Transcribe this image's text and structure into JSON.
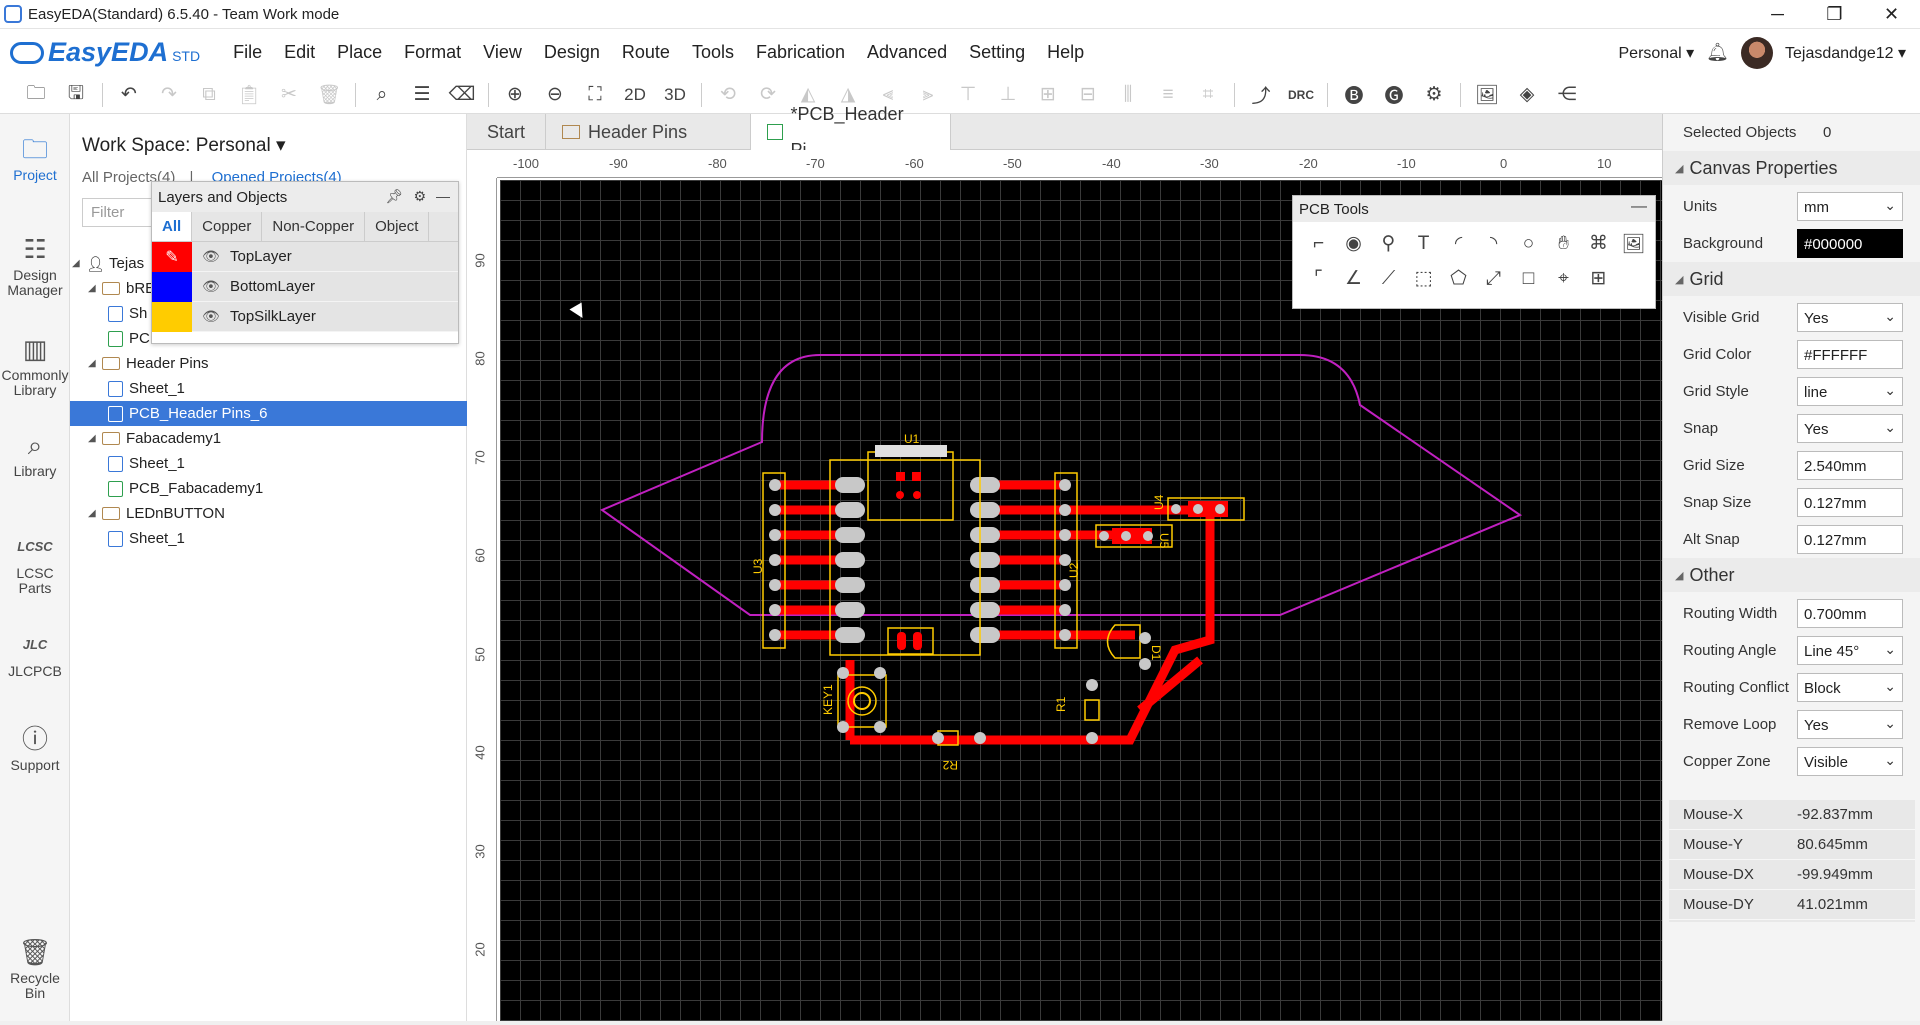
{
  "window": {
    "title": "EasyEDA(Standard) 6.5.40 - Team Work mode",
    "minimize": "─",
    "restore": "❐",
    "close": "✕"
  },
  "brand": {
    "name": "EasyEDA",
    "edition": "STD"
  },
  "menu": [
    "File",
    "Edit",
    "Place",
    "Format",
    "View",
    "Design",
    "Route",
    "Tools",
    "Fabrication",
    "Advanced",
    "Setting",
    "Help"
  ],
  "account": {
    "workspace": "Personal ▾",
    "user": "Tejasdandge12 ▾",
    "bell_icon": "bell-icon"
  },
  "leftbar": [
    {
      "label": "Project",
      "icon": "folder-icon"
    },
    {
      "label": "Design Manager",
      "icon": "list-icon"
    },
    {
      "label": "Commonly Library",
      "icon": "chip-icon"
    },
    {
      "label": "Library",
      "icon": "search-icon"
    },
    {
      "label": "LCSC Parts",
      "icon": "lcsc-icon"
    },
    {
      "label": "JLCPCB",
      "icon": "jlc-icon"
    },
    {
      "label": "Support",
      "icon": "help-icon"
    },
    {
      "label": "Recycle Bin",
      "icon": "trash-icon"
    }
  ],
  "project_panel": {
    "workspace_title": "Work Space: Personal ▾",
    "all_projects": "All Projects(4)",
    "opened_projects": "Opened Projects(4)",
    "filter_placeholder": "Filter",
    "tree": [
      {
        "label": "Tejas",
        "kind": "user"
      },
      {
        "label": "bRE",
        "kind": "folder"
      },
      {
        "label": "Sh",
        "kind": "sheet"
      },
      {
        "label": "PC",
        "kind": "pcb"
      },
      {
        "label": "Header Pins",
        "kind": "folder"
      },
      {
        "label": "Sheet_1",
        "kind": "sheet"
      },
      {
        "label": "PCB_Header Pins_6",
        "kind": "pcb",
        "selected": true
      },
      {
        "label": "Fabacademy1",
        "kind": "folder"
      },
      {
        "label": "Sheet_1",
        "kind": "sheet"
      },
      {
        "label": "PCB_Fabacademy1",
        "kind": "pcb"
      },
      {
        "label": "LEDnBUTTON",
        "kind": "folder"
      },
      {
        "label": "Sheet_1",
        "kind": "sheet"
      }
    ]
  },
  "layers_panel": {
    "title": "Layers and Objects",
    "tabs": [
      "All",
      "Copper",
      "Non-Copper",
      "Object"
    ],
    "layers": [
      {
        "name": "TopLayer",
        "color": "#FF0000"
      },
      {
        "name": "BottomLayer",
        "color": "#0000FF"
      },
      {
        "name": "TopSilkLayer",
        "color": "#FFCC00"
      }
    ]
  },
  "doc_tabs": [
    "Start",
    "Header Pins",
    "*PCB_Header Pi..."
  ],
  "ruler": {
    "h": [
      "-100",
      "-90",
      "-80",
      "-70",
      "-60",
      "-50",
      "-40",
      "-30",
      "-20",
      "-10",
      "0",
      "10"
    ],
    "v": [
      "90",
      "80",
      "70",
      "60",
      "50",
      "40",
      "30",
      "20"
    ]
  },
  "pcb": {
    "designators": [
      "U1",
      "U2",
      "U3",
      "U4",
      "U5",
      "D1",
      "R1",
      "R2",
      "KEY1"
    ],
    "colors": {
      "outline": "#C020C0",
      "track": "#FF0000",
      "silk": "#FFCC00",
      "pad": "#C8C8C8"
    }
  },
  "pcb_tools": {
    "title": "PCB Tools",
    "minimize": "—",
    "tools": [
      "track-icon",
      "pad-icon",
      "via-icon",
      "text-icon",
      "arc-icon",
      "arc2-icon",
      "circle-icon",
      "hand-icon",
      "connect-icon",
      "image-icon",
      "corner-icon",
      "angle-icon",
      "line-icon",
      "region-icon",
      "solid-region-icon",
      "dimension-icon",
      "rectangle-icon",
      "canvas-origin-icon",
      "table-icon"
    ]
  },
  "properties": {
    "selected_label": "Selected Objects",
    "selected_count": "0",
    "canvas_section": "Canvas Properties",
    "units": {
      "label": "Units",
      "value": "mm"
    },
    "background": {
      "label": "Background",
      "value": "#000000"
    },
    "grid_section": "Grid",
    "visible_grid": {
      "label": "Visible Grid",
      "value": "Yes"
    },
    "grid_color": {
      "label": "Grid Color",
      "value": "#FFFFFF"
    },
    "grid_style": {
      "label": "Grid Style",
      "value": "line"
    },
    "snap": {
      "label": "Snap",
      "value": "Yes"
    },
    "grid_size": {
      "label": "Grid Size",
      "value": "2.540mm"
    },
    "snap_size": {
      "label": "Snap Size",
      "value": "0.127mm"
    },
    "alt_snap": {
      "label": "Alt Snap",
      "value": "0.127mm"
    },
    "other_section": "Other",
    "routing_width": {
      "label": "Routing Width",
      "value": "0.700mm"
    },
    "routing_angle": {
      "label": "Routing Angle",
      "value": "Line 45°"
    },
    "routing_conflict": {
      "label": "Routing Conflict",
      "value": "Block"
    },
    "remove_loop": {
      "label": "Remove Loop",
      "value": "Yes"
    },
    "copper_zone": {
      "label": "Copper Zone",
      "value": "Visible"
    },
    "mouse": [
      {
        "label": "Mouse-X",
        "value": "-92.837mm"
      },
      {
        "label": "Mouse-Y",
        "value": "80.645mm"
      },
      {
        "label": "Mouse-DX",
        "value": "-99.949mm"
      },
      {
        "label": "Mouse-DY",
        "value": "41.021mm"
      }
    ]
  }
}
